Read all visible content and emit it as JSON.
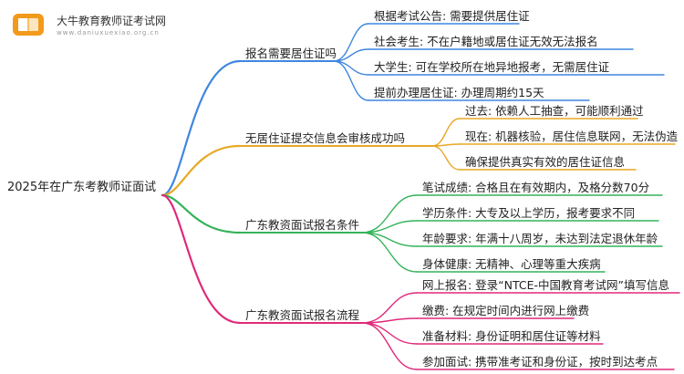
{
  "logo": {
    "title": "大牛教育教师证考试网",
    "url": "www.daniuxuexiao.org.cn"
  },
  "root": "2025年在广东考教师证面试",
  "branches": [
    {
      "label": "报名需要居住证吗",
      "color": "#3f86e0",
      "children": [
        "根据考试公告: 需要提供居住证",
        "社会考生: 不在户籍地或居住证无效无法报名",
        "大学生: 可在学校所在地异地报考，无需居住证",
        "提前办理居住证: 办理周期约15天"
      ]
    },
    {
      "label": "无居住证提交信息会审核成功吗",
      "color": "#e8a825",
      "children": [
        "过去: 依赖人工抽查，可能顺利通过",
        "现在: 机器核验，居住信息联网，无法伪造",
        "确保提供真实有效的居住证信息"
      ]
    },
    {
      "label": "广东教资面试报名条件",
      "color": "#34b35a",
      "children": [
        "笔试成绩: 合格且在有效期内，及格分数70分",
        "学历条件: 大专及以上学历，报考要求不同",
        "年龄要求: 年满十八周岁，未达到法定退休年龄",
        "身体健康: 无精神、心理等重大疾病"
      ]
    },
    {
      "label": "广东教资面试报名流程",
      "color": "#e0297a",
      "children": [
        "网上报名: 登录“NTCE-中国教育考试网”填写信息",
        "缴费: 在规定时间内进行网上缴费",
        "准备材料: 身份证明和居住证等材料",
        "参加面试: 携带准考证和身份证，按时到达考点"
      ]
    }
  ]
}
